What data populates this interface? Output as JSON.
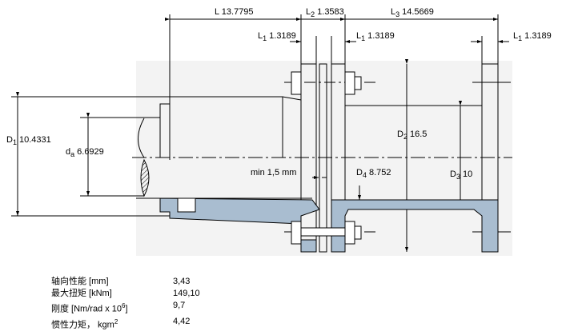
{
  "dimensions": {
    "L": {
      "label": "L",
      "value": "13.7795"
    },
    "L2": {
      "label": "L",
      "sub": "2",
      "value": "1.3583"
    },
    "L3": {
      "label": "L",
      "sub": "3",
      "value": "14.5669"
    },
    "L1": {
      "label": "L",
      "sub": "1",
      "value": "1.3189"
    },
    "D1": {
      "label": "D",
      "sub": "1",
      "value": "10.4331"
    },
    "da": {
      "label": "d",
      "sub": "a",
      "value": "6.6929"
    },
    "D2": {
      "label": "D",
      "sub": "2",
      "value": "16.5"
    },
    "D3": {
      "label": "D",
      "sub": "3",
      "value": "10"
    },
    "D4": {
      "label": "D",
      "sub": "4",
      "value": "8.752"
    },
    "gap": "min 1,5 mm"
  },
  "specs": [
    {
      "label": "轴向性能 [mm]",
      "value": "3,43"
    },
    {
      "label": "最大扭矩 [kNm]",
      "value": "149,10"
    },
    {
      "label": "刚度 [Nm/rad x 10",
      "sup": "6",
      "tail": "]",
      "value": "9,7"
    },
    {
      "label": "惯性力矩， kgm",
      "sup": "2",
      "tail": "",
      "value": "4,42"
    }
  ],
  "colors": {
    "shade": "#a9bdd0",
    "panel": "#f3f3f3"
  }
}
